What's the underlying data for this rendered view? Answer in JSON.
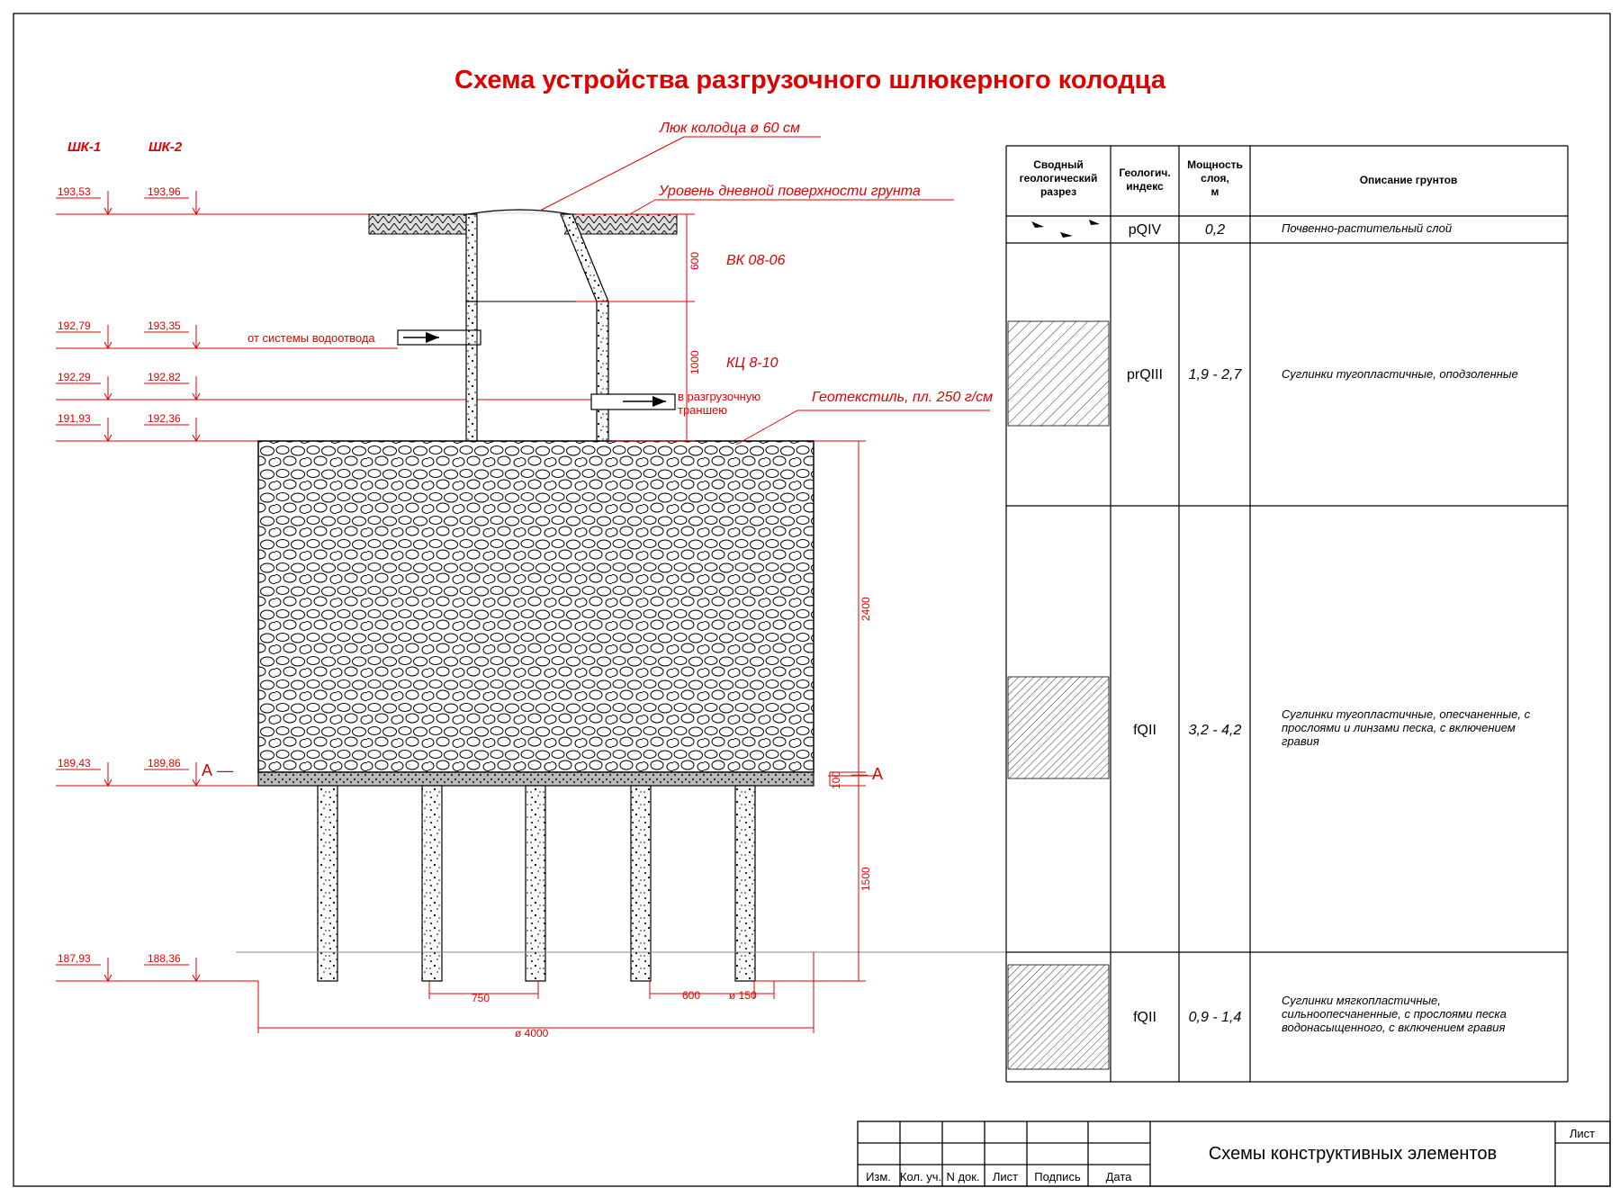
{
  "title": "Схема устройства разгрузочного шлюкерного колодца",
  "well_labels": [
    "ШК-1",
    "ШК-2"
  ],
  "annotations": {
    "hatch": "Люк колодца ø 60 см",
    "ground": "Уровень дневной поверхности грунта",
    "ring_top": "ВК 08-06",
    "ring_main": "КЦ 8-10",
    "inlet": "от системы водоотвода",
    "outlet_line1": "в разгрузочную",
    "outlet_line2": "траншею",
    "geotextile": "Геотекстиль, пл. 250 г/см",
    "section_left": "А —",
    "section_right": "— А"
  },
  "elevations": [
    {
      "shk1": "193,53",
      "shk2": "193,96"
    },
    {
      "shk1": "192,79",
      "shk2": "193,35"
    },
    {
      "shk1": "192,29",
      "shk2": "192,82"
    },
    {
      "shk1": "191,93",
      "shk2": "192,36"
    },
    {
      "shk1": "189,43",
      "shk2": "189,86"
    },
    {
      "shk1": "187,93",
      "shk2": "188,36"
    }
  ],
  "dimensions": {
    "d600": "600",
    "d1000": "1000",
    "d2400": "2400",
    "d100": "100",
    "d1500": "1500",
    "d750": "750",
    "d600b": "600",
    "d150": "ø 150",
    "d4000": "ø 4000"
  },
  "geo_table": {
    "headers": {
      "section": [
        "Сводный",
        "геологический",
        "разрез"
      ],
      "index": [
        "Геологич.",
        "индекс"
      ],
      "thickness": [
        "Мощность",
        "слоя,",
        "м"
      ],
      "description": "Описание грунтов"
    },
    "rows": [
      {
        "index": "pQIV",
        "thickness": "0,2",
        "description": [
          "Почвенно-растительный слой"
        ]
      },
      {
        "index": "prQIII",
        "thickness": "1,9 - 2,7",
        "description": [
          "Суглинки тугопластичные, оподзоленные"
        ]
      },
      {
        "index": "fQII",
        "thickness": "3,2 - 4,2",
        "description": [
          "Суглинки тугопластичные, опесчаненные, с",
          "прослоями и линзами песка, с включением",
          "гравия"
        ]
      },
      {
        "index": "fQII",
        "thickness": "0,9 - 1,4",
        "description": [
          "Суглинки мягкопластичные,",
          "сильноопесчаненные, с прослоями песка",
          "водонасыщенного, с включением гравия"
        ]
      }
    ]
  },
  "title_block": {
    "cols": [
      "Изм.",
      "Кол. уч.",
      "N док.",
      "Лист",
      "Подпись",
      "Дата"
    ],
    "sheet_label": "Лист",
    "name": "Схемы конструктивных элементов"
  },
  "colors": {
    "accent": "#e00000",
    "ink": "#000000"
  }
}
